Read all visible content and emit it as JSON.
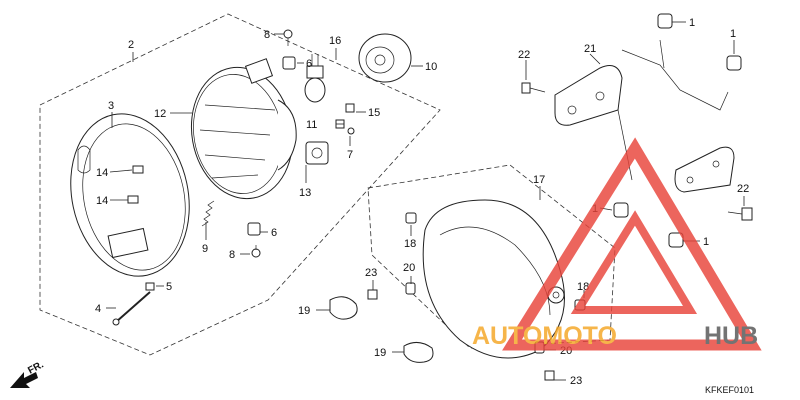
{
  "diagram": {
    "part_numbers": [
      "1",
      "2",
      "3",
      "4",
      "5",
      "6",
      "7",
      "8",
      "9",
      "10",
      "11",
      "12",
      "13",
      "14",
      "15",
      "16",
      "17",
      "18",
      "19",
      "20",
      "21",
      "22",
      "23"
    ],
    "diagram_code": "KFKEF0101",
    "direction_label": "FR.",
    "watermark": {
      "text_orange": "AUTOMOTO",
      "text_grey": "HUB",
      "color_red": "#e8443a",
      "color_orange": "#f5a623",
      "color_grey": "#555555"
    }
  }
}
